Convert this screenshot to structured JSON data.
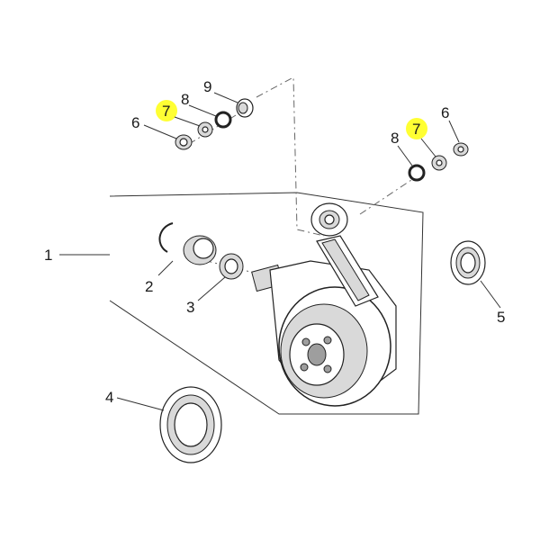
{
  "diagram": {
    "callouts": [
      {
        "id": "c1",
        "label": "1",
        "highlight": false
      },
      {
        "id": "c2",
        "label": "2",
        "highlight": false
      },
      {
        "id": "c3",
        "label": "3",
        "highlight": false
      },
      {
        "id": "c4",
        "label": "4",
        "highlight": false
      },
      {
        "id": "c5",
        "label": "5",
        "highlight": false
      },
      {
        "id": "c6a",
        "label": "6",
        "highlight": false
      },
      {
        "id": "c6b",
        "label": "6",
        "highlight": false
      },
      {
        "id": "c7a",
        "label": "7",
        "highlight": true
      },
      {
        "id": "c7b",
        "label": "7",
        "highlight": true
      },
      {
        "id": "c8a",
        "label": "8",
        "highlight": false
      },
      {
        "id": "c8b",
        "label": "8",
        "highlight": false
      },
      {
        "id": "c9",
        "label": "9",
        "highlight": false
      }
    ],
    "colors": {
      "highlight": "#ffff33",
      "line": "#222222",
      "shade": "#d9d9d9"
    }
  }
}
